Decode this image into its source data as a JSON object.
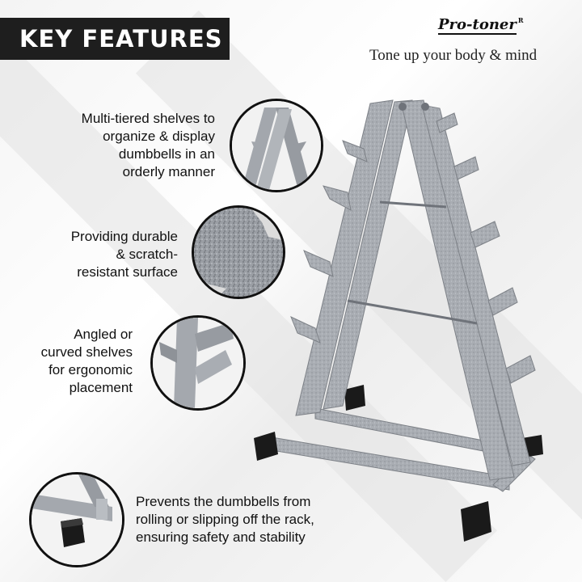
{
  "badge": {
    "title": "KEY FEATURES"
  },
  "brand": {
    "name_a": "Pro",
    "name_b": "-toner",
    "registered": "R",
    "tagline": "Tone up your body & mind"
  },
  "features": [
    {
      "lines": [
        "Multi-tiered shelves to",
        "organize & display",
        "dumbbells in an",
        "orderly manner"
      ]
    },
    {
      "lines": [
        "Providing durable",
        "& scratch-",
        "resistant surface"
      ]
    },
    {
      "lines": [
        "Angled or",
        "curved shelves",
        "for ergonomic",
        "placement"
      ]
    },
    {
      "lines": [
        "Prevents the dumbbells from",
        "rolling or slipping off the rack,",
        "ensuring safety and stability"
      ]
    }
  ],
  "colors": {
    "badge_bg": "#1e1e1e",
    "metal": "#a9adb3",
    "metal_dark": "#7d8187",
    "foot": "#1a1a1a"
  }
}
